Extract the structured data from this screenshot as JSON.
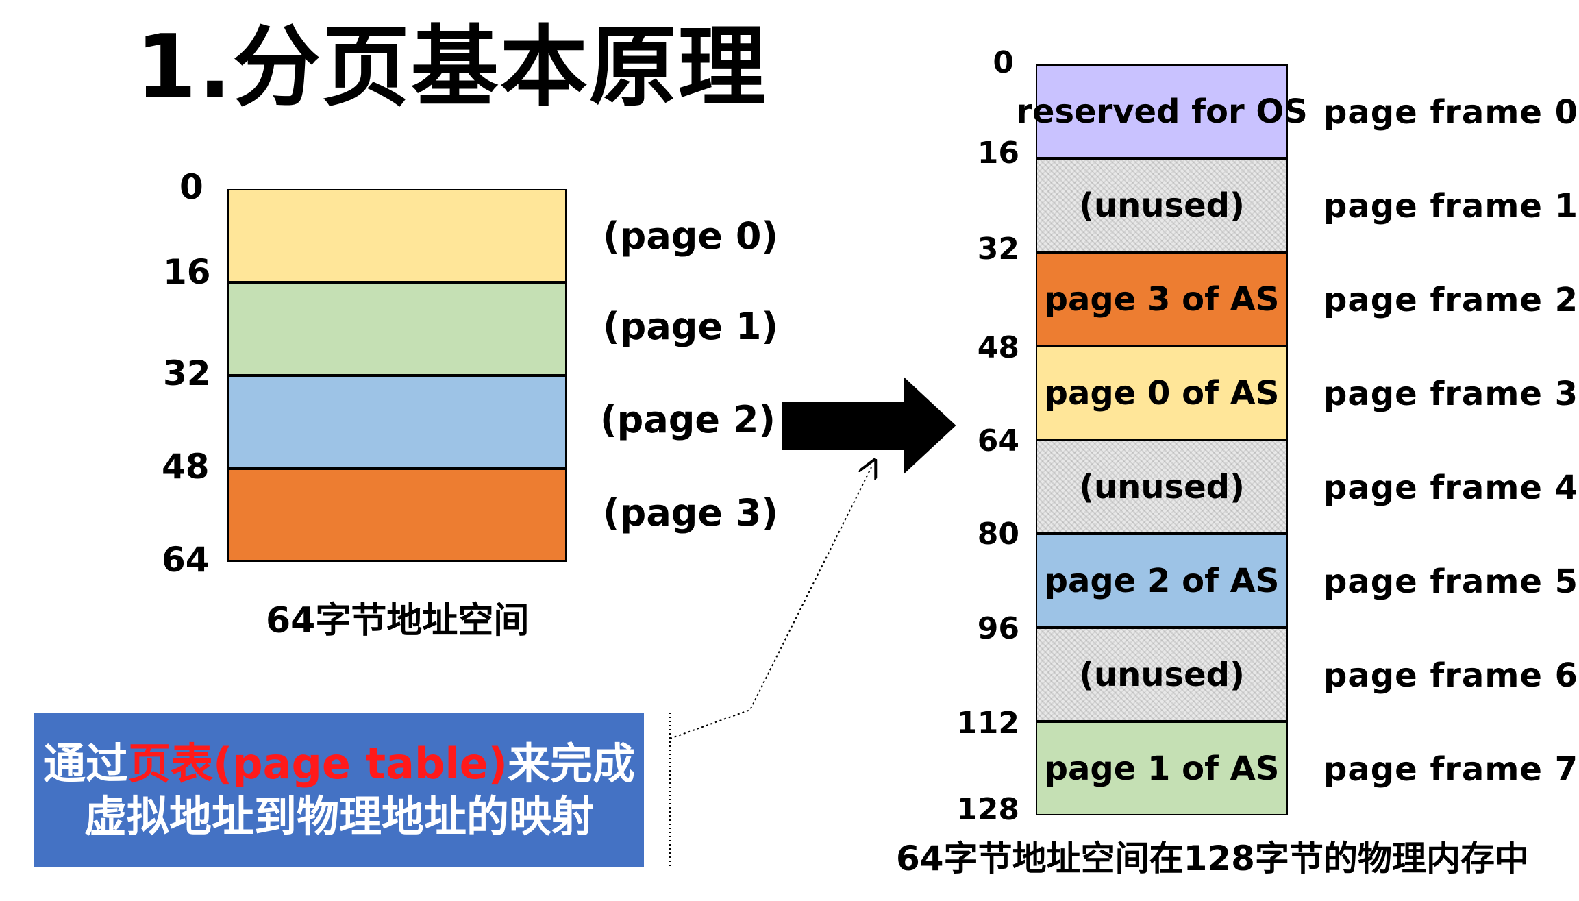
{
  "title": "1.分页基本原理",
  "virtual": {
    "ticks": [
      "0",
      "16",
      "32",
      "48",
      "64"
    ],
    "pages": [
      {
        "label": "(page 0)",
        "color": "#ffe699"
      },
      {
        "label": "(page 1)",
        "color": "#c5e0b4"
      },
      {
        "label": "(page 2)",
        "color": "#9dc3e6"
      },
      {
        "label": "(page 3)",
        "color": "#ed7d31"
      }
    ],
    "caption": "64字节地址空间"
  },
  "physical": {
    "ticks": [
      "0",
      "16",
      "32",
      "48",
      "64",
      "80",
      "96",
      "112",
      "128"
    ],
    "frames": [
      {
        "content": "reserved for OS",
        "frame_label": "page frame 0",
        "color": "#c9c2ff"
      },
      {
        "content": "(unused)",
        "frame_label": "page frame 1",
        "color": "hatch"
      },
      {
        "content": "page 3 of AS",
        "frame_label": "page frame 2",
        "color": "#ed7d31"
      },
      {
        "content": "page 0 of AS",
        "frame_label": "page frame 3",
        "color": "#ffe699"
      },
      {
        "content": "(unused)",
        "frame_label": "page frame 4",
        "color": "hatch"
      },
      {
        "content": "page 2 of AS",
        "frame_label": "page frame 5",
        "color": "#9dc3e6"
      },
      {
        "content": "(unused)",
        "frame_label": "page frame 6",
        "color": "hatch"
      },
      {
        "content": "page 1 of AS",
        "frame_label": "page frame 7",
        "color": "#c5e0b4"
      }
    ],
    "caption": "64字节地址空间在128字节的物理内存中"
  },
  "note": {
    "prefix": "通过",
    "highlight": "页表(page table)",
    "suffix": "来完成",
    "line2": "虚拟地址到物理地址的映射",
    "highlight_color": "#ff1a1a",
    "background": "#4472c4"
  }
}
